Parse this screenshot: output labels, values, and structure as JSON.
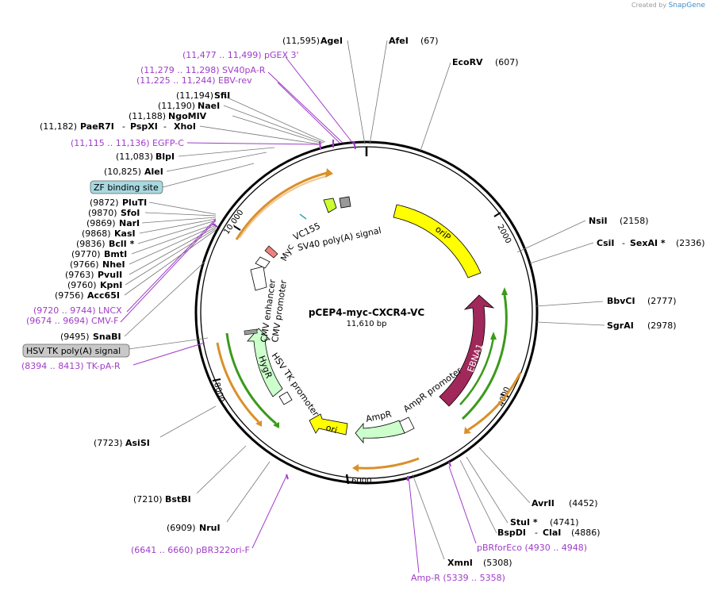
{
  "credit": {
    "created_by": "Created by",
    "brand": "SnapGene"
  },
  "plasmid": {
    "name": "pCEP4-myc-CXCR4-VC",
    "length_label": "11,610 bp"
  },
  "ring_ticks": [
    {
      "text": "2000"
    },
    {
      "text": "4000"
    },
    {
      "text": "6000"
    },
    {
      "text": "8000"
    },
    {
      "text": "10,000"
    }
  ],
  "features": [
    {
      "id": "oriP",
      "text": "oriP",
      "color": "#ffff00"
    },
    {
      "id": "EBNA1",
      "text": "EBNA1",
      "color": "#a0285a"
    },
    {
      "id": "AmpR",
      "text": "AmpR",
      "color": "#ccffcc"
    },
    {
      "id": "AmpR-promoter",
      "text": "AmpR promoter",
      "color": "#ffffff"
    },
    {
      "id": "ori",
      "text": "ori",
      "color": "#ffff00"
    },
    {
      "id": "HygR",
      "text": "HygR",
      "color": "#ccffcc"
    },
    {
      "id": "HSV-TK-promoter",
      "text": "HSV TK promoter",
      "color": "#ffffff"
    },
    {
      "id": "CMV-promoter",
      "text": "CMV promoter",
      "color": "#ffffff"
    },
    {
      "id": "CMV-enhancer",
      "text": "CMV enhancer",
      "color": "#ffffff"
    },
    {
      "id": "Myc",
      "text": "Myc",
      "color": "#f08080"
    },
    {
      "id": "SV40-polyA",
      "text": "SV40 poly(A) signal",
      "color": "#999999"
    },
    {
      "id": "VC155",
      "text": "VC155",
      "color": "#ccff33"
    }
  ],
  "sites_left": [
    {
      "pos": "(11,595)",
      "name": "AgeI"
    },
    {
      "pos": "(11,194)",
      "name": "SfiI"
    },
    {
      "pos": "(11,190)",
      "name": "NaeI"
    },
    {
      "pos": "(11,188)",
      "name": "NgoMIV"
    },
    {
      "pos": "(11,182)",
      "name": "PaeR7I",
      "name2": "PspXI",
      "name3": "XhoI"
    },
    {
      "pos": "(11,083)",
      "name": "BlpI"
    },
    {
      "pos": "(10,825)",
      "name": "AleI"
    },
    {
      "pos": "(9872)",
      "name": "PluTI"
    },
    {
      "pos": "(9870)",
      "name": "SfoI"
    },
    {
      "pos": "(9869)",
      "name": "NarI"
    },
    {
      "pos": "(9868)",
      "name": "KasI"
    },
    {
      "pos": "(9836)",
      "name": "BclI *"
    },
    {
      "pos": "(9770)",
      "name": "BmtI"
    },
    {
      "pos": "(9766)",
      "name": "NheI"
    },
    {
      "pos": "(9763)",
      "name": "PvuII"
    },
    {
      "pos": "(9760)",
      "name": "KpnI"
    },
    {
      "pos": "(9756)",
      "name": "Acc65I"
    },
    {
      "pos": "(9495)",
      "name": "SnaBI"
    },
    {
      "pos": "(7723)",
      "name": "AsiSI"
    },
    {
      "pos": "(7210)",
      "name": "BstBI"
    },
    {
      "pos": "(6909)",
      "name": "NruI"
    }
  ],
  "sites_right": [
    {
      "pos": "(67)",
      "name": "AfeI"
    },
    {
      "pos": "(607)",
      "name": "EcoRV"
    },
    {
      "pos": "(2158)",
      "name": "NsiI"
    },
    {
      "pos": "(2336)",
      "name": "CsiI",
      "name2": "SexAI *"
    },
    {
      "pos": "(2777)",
      "name": "BbvCI"
    },
    {
      "pos": "(2978)",
      "name": "SgrAI"
    },
    {
      "pos": "(4452)",
      "name": "AvrII"
    },
    {
      "pos": "(4741)",
      "name": "StuI *"
    },
    {
      "pos": "(4886)",
      "name": "BspDI",
      "name2": "ClaI"
    },
    {
      "pos": "(5308)",
      "name": "XmnI"
    }
  ],
  "primers": [
    {
      "text": "(11,477 .. 11,499)  pGEX 3'"
    },
    {
      "text": "(11,279 .. 11,298)  SV40pA-R"
    },
    {
      "text": "(11,225 .. 11,244)  EBV-rev"
    },
    {
      "text": "(11,115 .. 11,136)  EGFP-C"
    },
    {
      "text": "(9720 .. 9744)  LNCX"
    },
    {
      "text": "(9674 .. 9694)  CMV-F"
    },
    {
      "text": "(8394 .. 8413)  TK-pA-R"
    },
    {
      "text": "(6641 .. 6660)  pBR322ori-F"
    },
    {
      "text": "pBRforEco    (4930 .. 4948)"
    },
    {
      "text": "Amp-R    (5339 .. 5358)"
    }
  ],
  "boxed": [
    {
      "text": "ZF binding site",
      "color": "#a8d8e0"
    },
    {
      "text": "HSV TK poly(A) signal",
      "color": "#c8c8c8"
    }
  ]
}
